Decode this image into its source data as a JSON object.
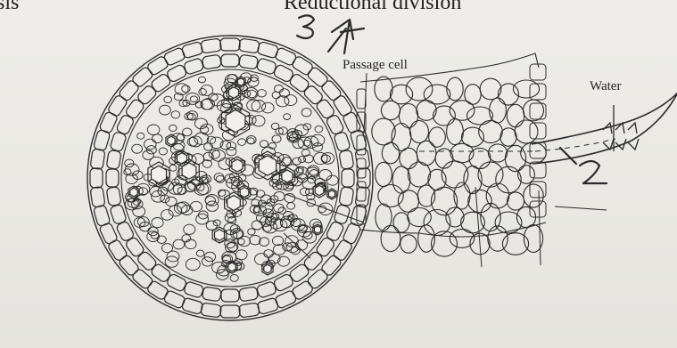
{
  "header_fragment_left": "sis",
  "header_fragment_right": "Reductional division",
  "labels": {
    "passage_cell": "Passage cell",
    "water": "Water"
  },
  "handwritten_marks": [
    "3",
    "4",
    "2"
  ],
  "colors": {
    "ink": "#2a2a2a",
    "paper": "#ebeae6"
  }
}
